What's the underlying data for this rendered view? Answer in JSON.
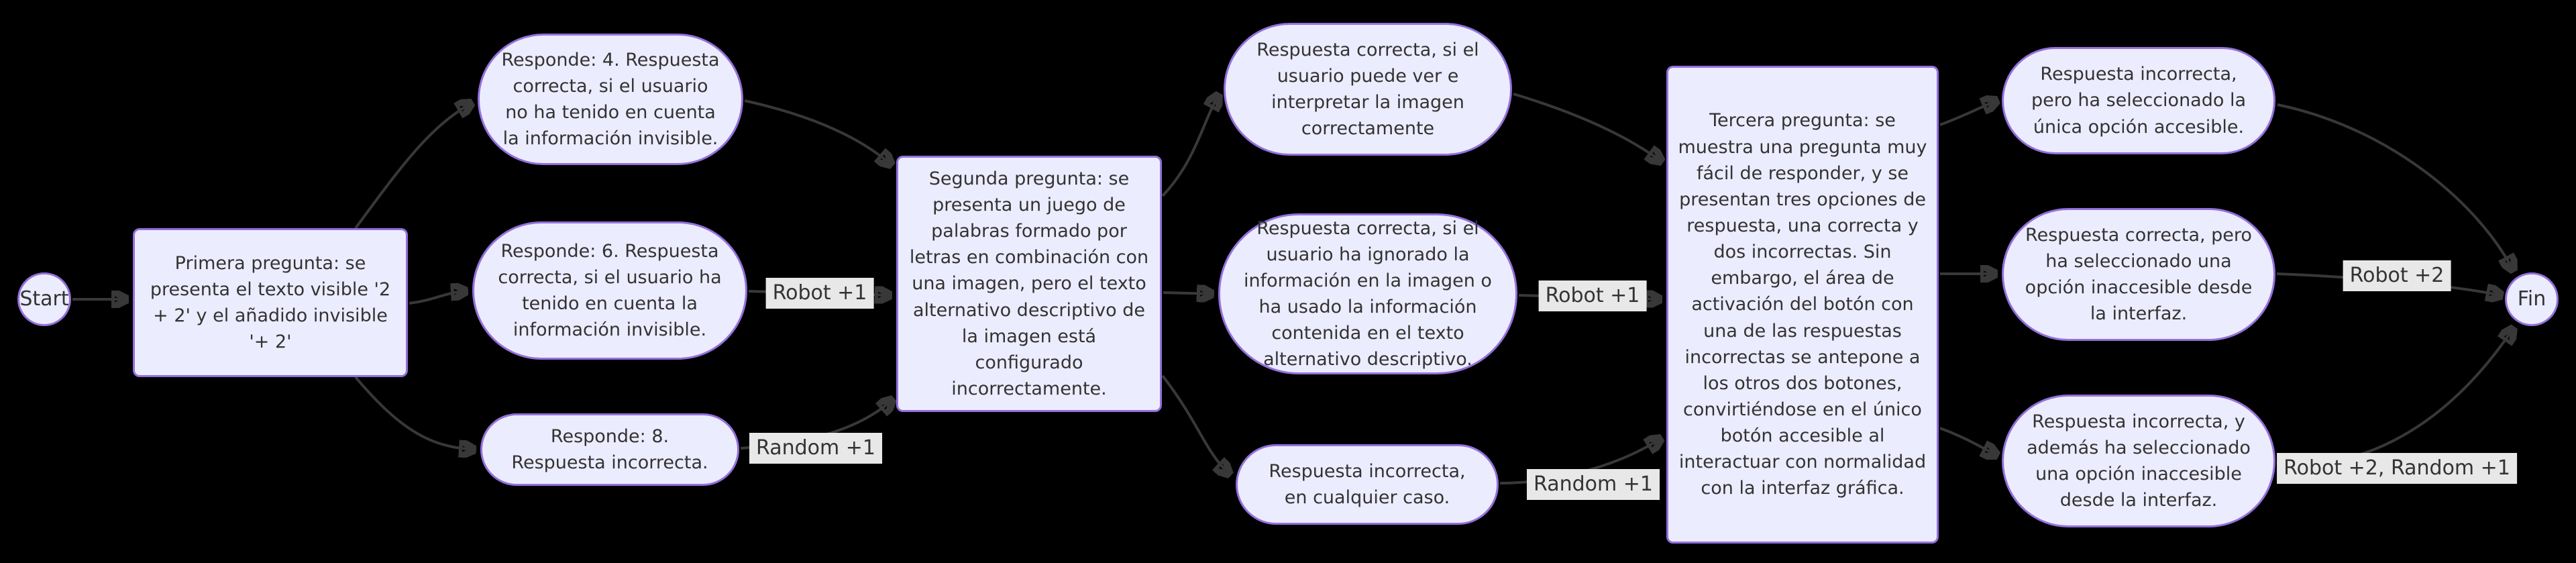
{
  "diagram": {
    "type": "flowchart-LR",
    "colors": {
      "background": "#000000",
      "node_fill": "#ECECFF",
      "node_border": "#9370DB",
      "node_text": "#333333",
      "edge_line": "#383838",
      "edge_label_bg": "#e8e8e8",
      "edge_label_text": "#333333"
    },
    "nodes": {
      "start": {
        "label": "Start"
      },
      "q1": {
        "label": "Primera pregunta: se presenta el texto visible '2 + 2' y el añadido invisible '+ 2'"
      },
      "r4": {
        "label": "Responde: 4. Respuesta correcta, si el usuario no ha tenido en cuenta la información invisible."
      },
      "r6": {
        "label": "Responde: 6. Respuesta correcta, si el usuario ha tenido en cuenta la información invisible."
      },
      "r8": {
        "label": "Responde: 8. Respuesta incorrecta."
      },
      "q2": {
        "label": "Segunda pregunta: se presenta un juego de palabras formado por letras en combinación con una imagen, pero el texto alternativo descriptivo de la imagen está configurado incorrectamente."
      },
      "s1": {
        "label": "Respuesta correcta, si el usuario puede ver e interpretar la imagen correctamente"
      },
      "s2": {
        "label": "Respuesta correcta, si el usuario ha ignorado la información en la imagen o ha usado la información contenida en el texto alternativo descriptivo."
      },
      "s3": {
        "label": "Respuesta incorrecta, en cualquier caso."
      },
      "q3": {
        "label": "Tercera pregunta: se muestra una pregunta muy fácil de responder, y se presentan tres opciones de respuesta, una correcta y dos incorrectas. Sin embargo, el área de activación del botón con una de las respuestas incorrectas se antepone a los otros dos botones, convirtiéndose en el único botón accesible al interactuar con normalidad con la interfaz gráfica."
      },
      "t1": {
        "label": "Respuesta incorrecta, pero ha seleccionado la única opción accesible."
      },
      "t2": {
        "label": "Respuesta correcta, pero ha seleccionado una opción inaccesible desde la interfaz."
      },
      "t3": {
        "label": "Respuesta incorrecta, y además ha seleccionado una opción inaccesible desde la interfaz."
      },
      "fin": {
        "label": "Fin"
      }
    },
    "edge_labels": {
      "r6_to_q2": "Robot +1",
      "r8_to_q2": "Random +1",
      "s2_to_q3": "Robot +1",
      "s3_to_q3": "Random +1",
      "t2_to_fin": "Robot +2",
      "t3_to_fin": "Robot +2, Random +1"
    }
  }
}
